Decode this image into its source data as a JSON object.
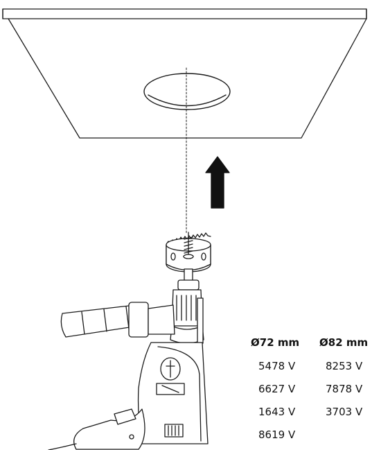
{
  "illustration": {
    "ceiling_panel": "ceiling-panel",
    "hole": "cut-hole",
    "arrow": "up-arrow-icon",
    "drill": "power-drill",
    "hole_saw": "hole-saw-bit"
  },
  "specs": {
    "columns": [
      {
        "header": "Ø72 mm",
        "values": [
          "5478 V",
          "6627 V",
          "1643 V",
          "8619 V"
        ]
      },
      {
        "header": "Ø82 mm",
        "values": [
          "8253 V",
          "7878 V",
          "3703 V"
        ]
      }
    ]
  },
  "colors": {
    "line": "#1a1a1a",
    "fill": "#ffffff",
    "arrow": "#111111"
  }
}
